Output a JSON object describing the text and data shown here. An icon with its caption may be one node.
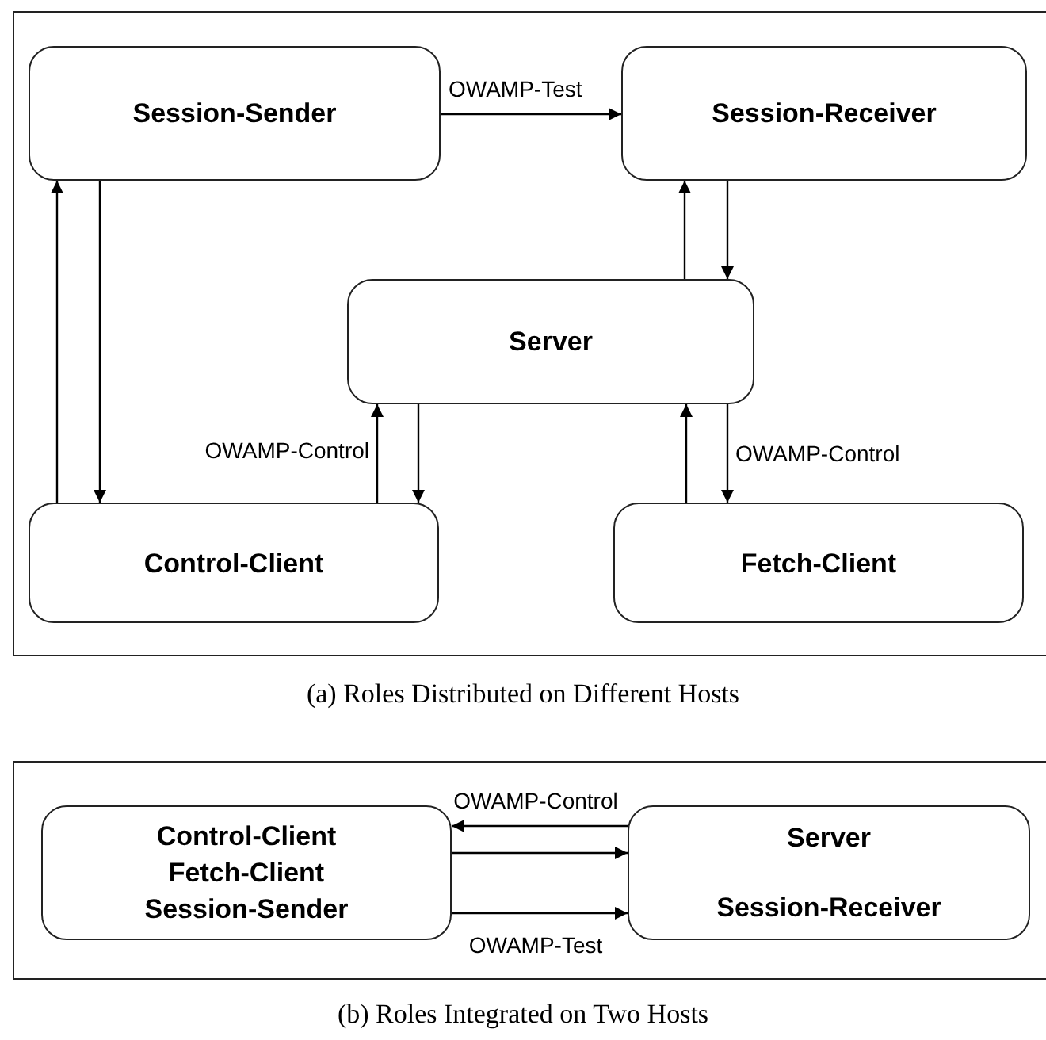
{
  "diagram": {
    "nodes": [
      {
        "text": [],
        "shape": "box",
        "beside": [
          "(a) Roles Distributed on Different Hosts"
        ]
      },
      {
        "text": [
          "Session-Sender"
        ],
        "in": 0
      },
      {
        "text": [
          "Session-Receiver"
        ],
        "in": 0
      },
      {
        "text": [
          "Server"
        ],
        "in": 0
      },
      {
        "text": [
          "Control-Client"
        ],
        "in": 0
      },
      {
        "text": [
          "Fetch-Client"
        ],
        "in": 0
      },
      {
        "text": [],
        "shape": "box",
        "beside": [
          "(b) Roles Integrated on Two Hosts"
        ]
      },
      {
        "text": [
          "Control-Client",
          "Fetch-Client",
          "Session-Sender"
        ],
        "in": 6
      },
      {
        "text": [
          "Server",
          "Session-Receiver"
        ],
        "in": 6
      }
    ],
    "edges": [
      {
        "from": 1,
        "to": 2,
        "arrow": "to",
        "label": "OWAMP-Test"
      },
      {
        "from": 4,
        "to": 1,
        "arrow": "to"
      },
      {
        "from": 1,
        "to": 4,
        "arrow": "to"
      },
      {
        "from": 3,
        "to": 2,
        "arrow": "to"
      },
      {
        "from": 2,
        "to": 3,
        "arrow": "to"
      },
      {
        "from": 4,
        "to": 3,
        "arrow": "to",
        "label": "OWAMP-Control"
      },
      {
        "from": 3,
        "to": 4,
        "arrow": "to"
      },
      {
        "from": 5,
        "to": 3,
        "arrow": "to"
      },
      {
        "from": 3,
        "to": 5,
        "arrow": "to",
        "label": "OWAMP-Control"
      },
      {
        "from": 8,
        "to": 7,
        "arrow": "to",
        "label": "OWAMP-Control"
      },
      {
        "from": 7,
        "to": 8,
        "arrow": "to"
      },
      {
        "from": 7,
        "to": 8,
        "arrow": "to",
        "label": "OWAMP-Test"
      }
    ]
  }
}
